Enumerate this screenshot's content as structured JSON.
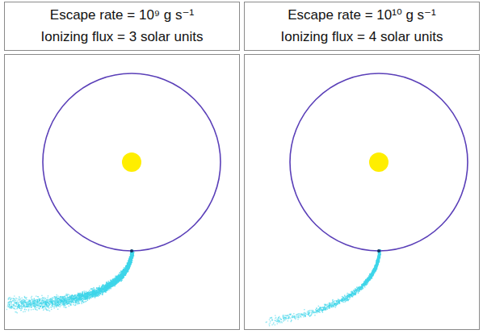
{
  "diagram": {
    "nodes": [
      {
        "text": [
          "Escape rate = 10⁹ g s⁻¹",
          "Ionizing flux = 3 solar units"
        ]
      },
      {
        "text": [
          "Escape rate = 10¹⁰ g s⁻¹",
          "Ionizing flux = 4 solar units"
        ]
      }
    ]
  }
}
